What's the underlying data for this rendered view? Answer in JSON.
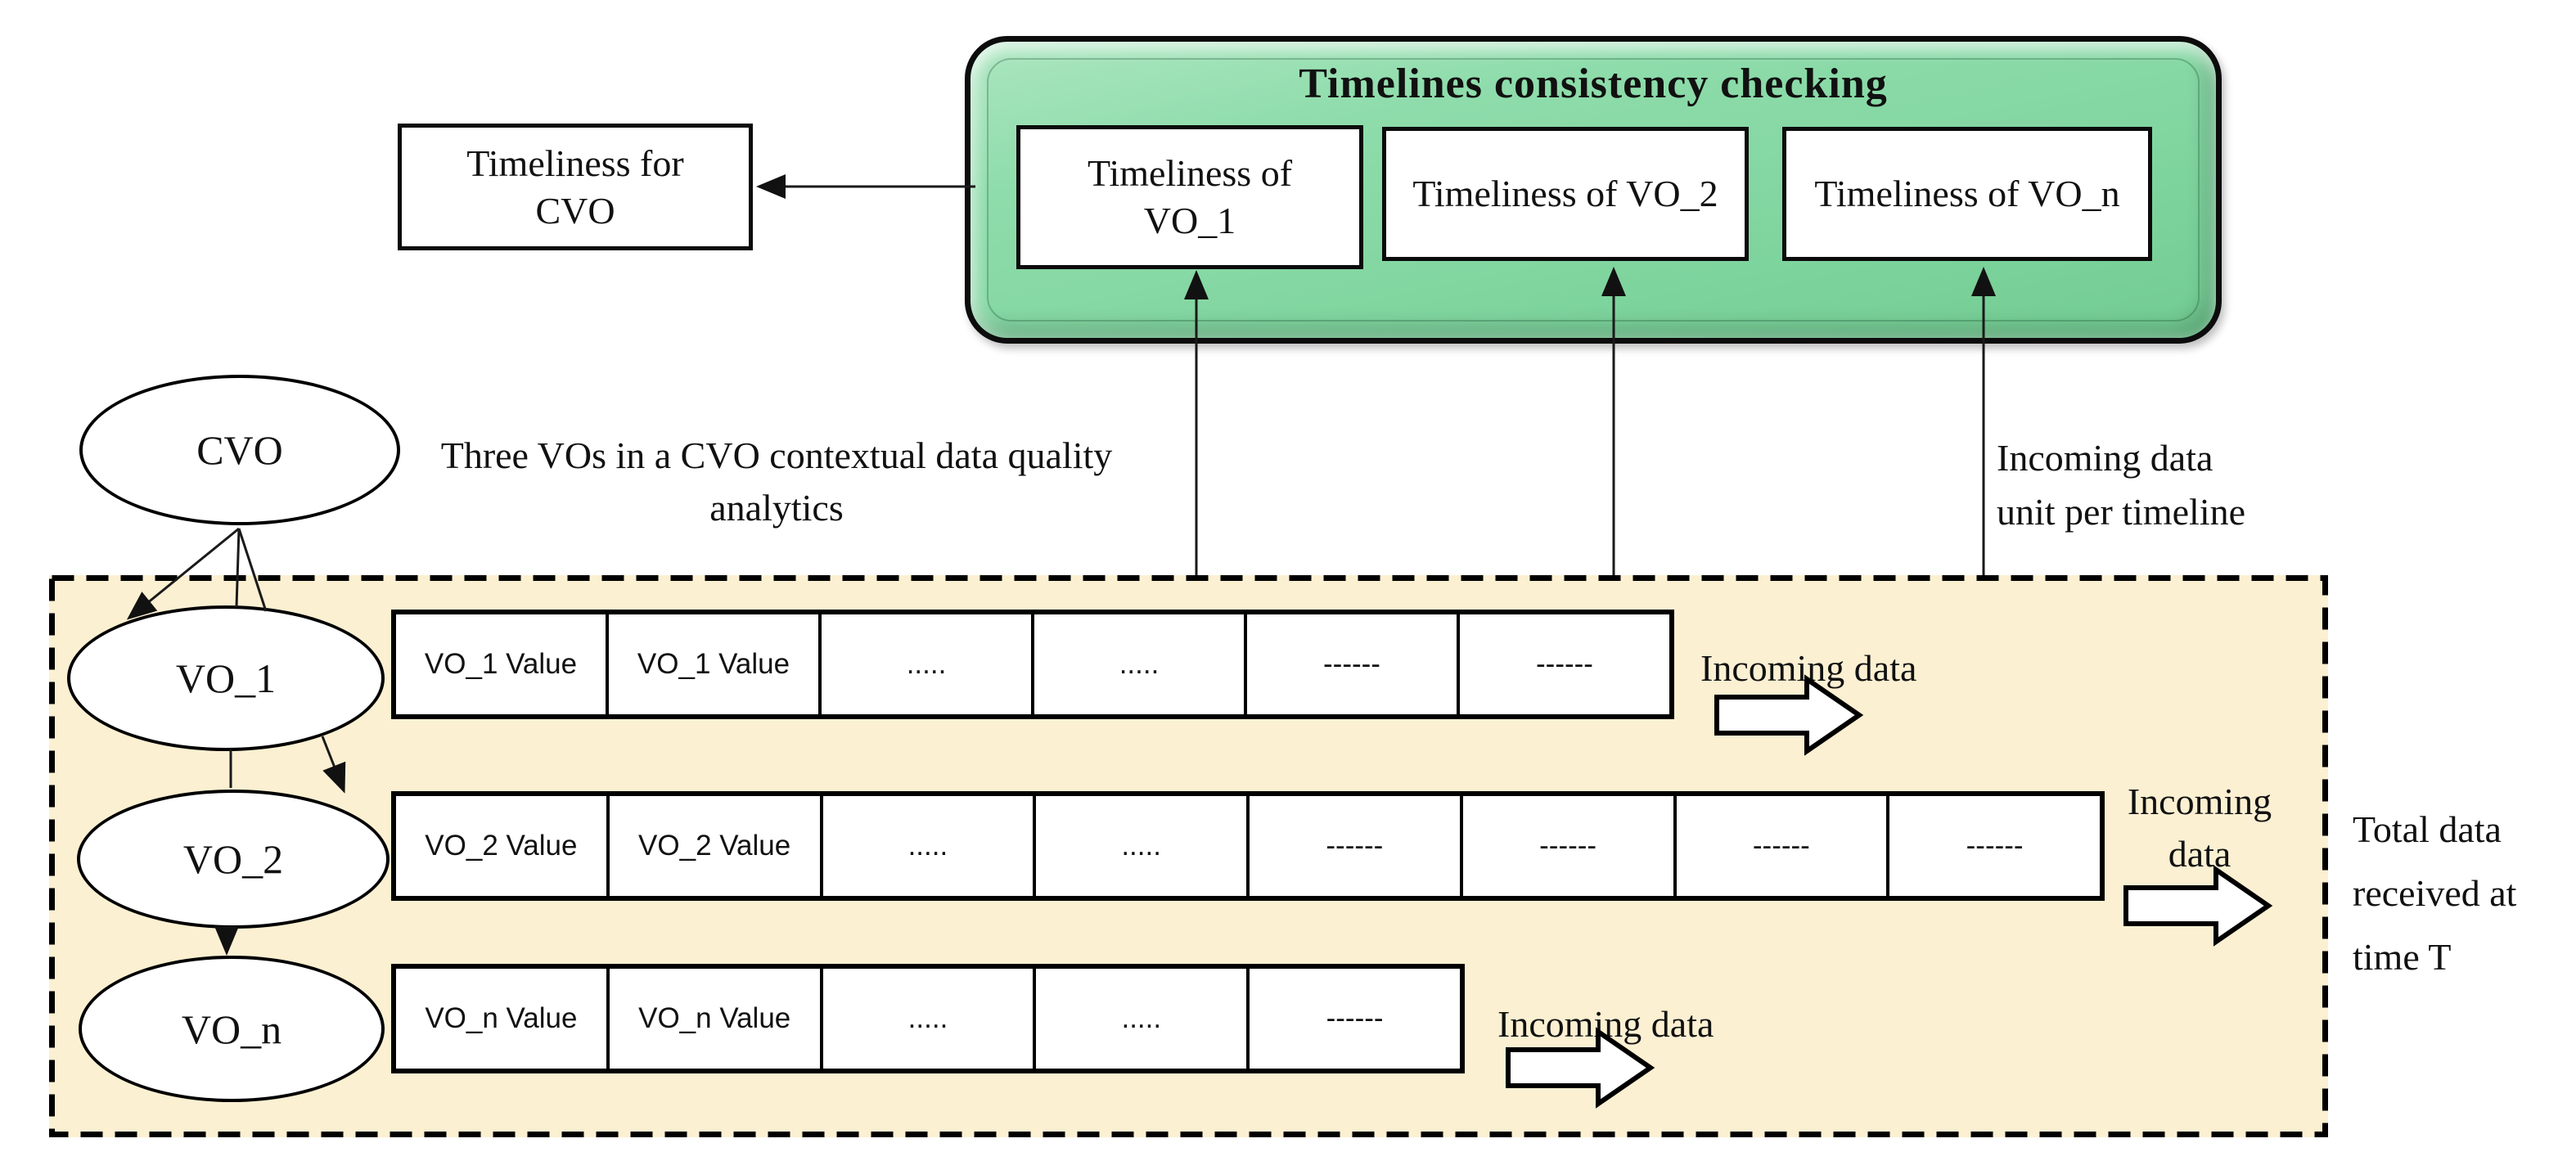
{
  "green_panel": {
    "title": "Timelines consistency checking",
    "box_vo1_line1": "Timeliness of",
    "box_vo1_line2": "VO_1",
    "box_vo2": "Timeliness of VO_2",
    "box_von": "Timeliness of VO_n"
  },
  "cvo_output_box": {
    "line1": "Timeliness for",
    "line2": "CVO"
  },
  "nodes": {
    "cvo": "CVO",
    "vo1": "VO_1",
    "vo2": "VO_2",
    "von": "VO_n"
  },
  "caption": {
    "line1": "Three VOs in a CVO contextual data quality",
    "line2": "analytics"
  },
  "labels": {
    "incoming_unit_line1": "Incoming data",
    "incoming_unit_line2": "unit per timeline",
    "incoming_vo1": "Incoming data",
    "incoming_vo2_line1": "Incoming",
    "incoming_vo2_line2": "data",
    "incoming_von": "Incoming data",
    "total_line1": "Total data",
    "total_line2": "received at",
    "total_line3": "time T"
  },
  "timelines": [
    {
      "name": "VO_1 timeline",
      "cells": [
        "VO_1 Value",
        "VO_1 Value",
        ".....",
        ".....",
        "------",
        "------"
      ]
    },
    {
      "name": "VO_2 timeline",
      "cells": [
        "VO_2 Value",
        "VO_2 Value",
        ".....",
        ".....",
        "------",
        "------",
        "------",
        "------"
      ]
    },
    {
      "name": "VO_n timeline",
      "cells": [
        "VO_n Value",
        "VO_n Value",
        ".....",
        ".....",
        "------"
      ]
    }
  ],
  "colors": {
    "panel_green": "#86d9a3",
    "panel_green_light": "#b9ecca",
    "tan_fill": "#fcf0d2",
    "line": "#1a1a1a",
    "border": "#000000"
  }
}
